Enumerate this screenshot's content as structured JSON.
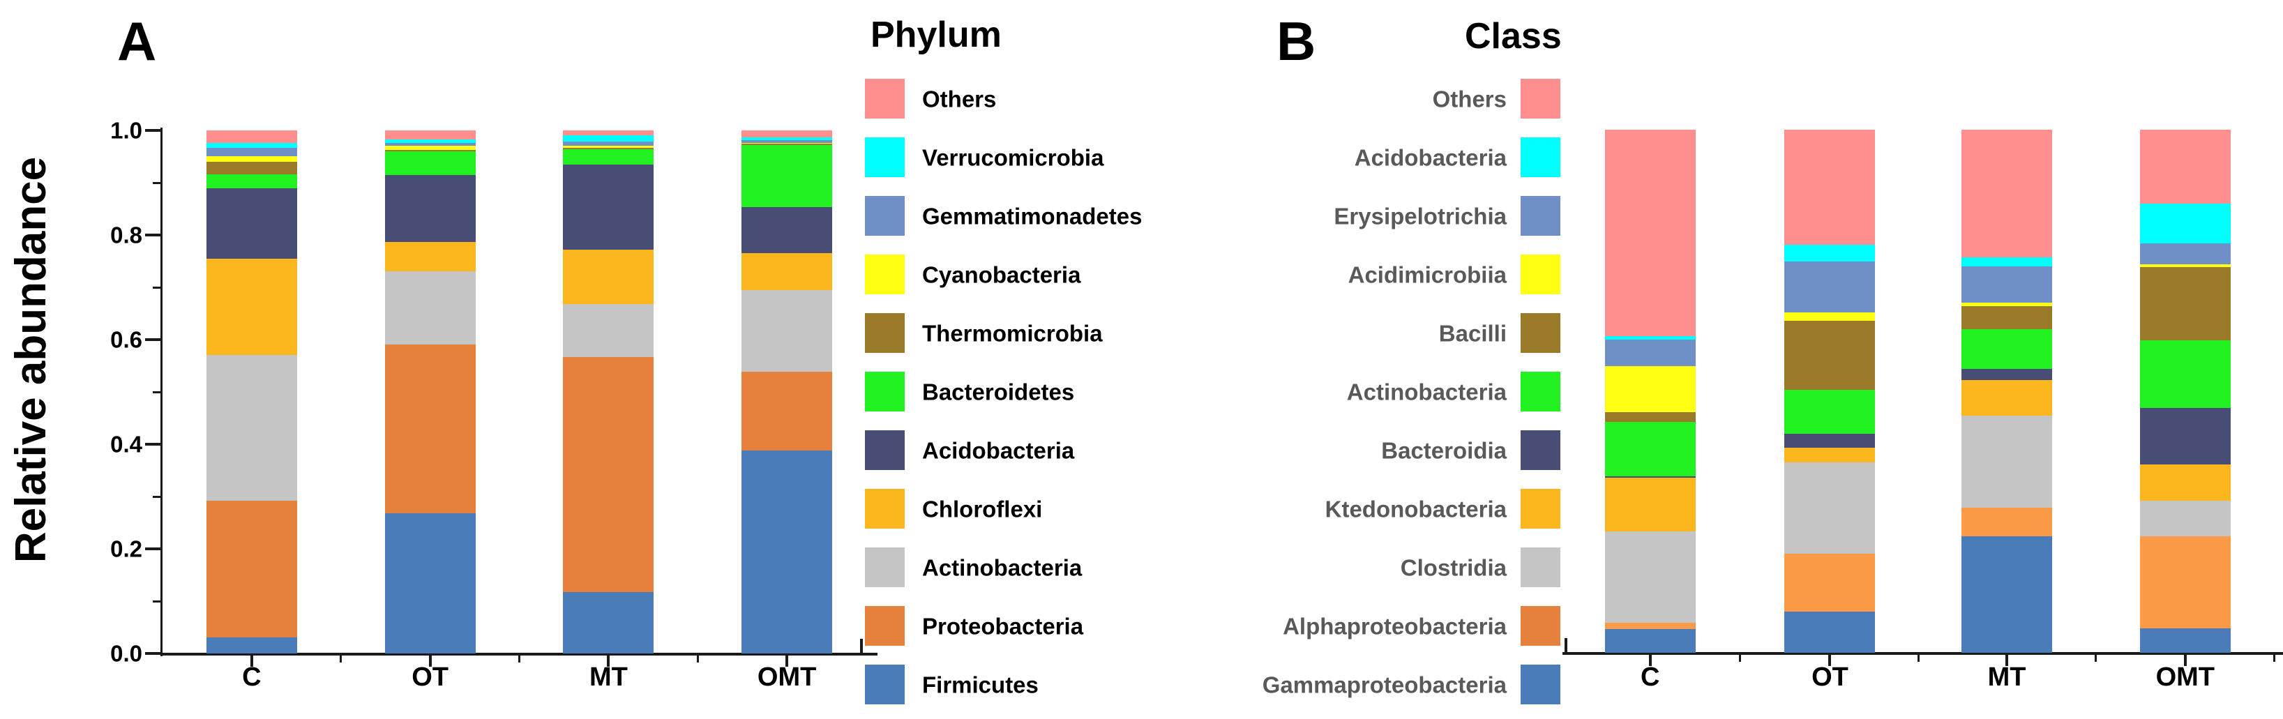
{
  "chart_data": [
    {
      "type": "bar",
      "stacked": true,
      "panel_label": "A",
      "legend_title": "Phylum",
      "ylabel": "Relative abundance",
      "ylim": [
        0.0,
        1.0
      ],
      "yticks": [
        0.0,
        0.2,
        0.4,
        0.6,
        0.8,
        1.0
      ],
      "ytick_labels": [
        "0.0",
        "0.2",
        "0.4",
        "0.6",
        "0.8",
        "1.0"
      ],
      "yticks_minor": [
        0.1,
        0.3,
        0.5,
        0.7,
        0.9
      ],
      "grid": false,
      "legend_position": "right-of-plot",
      "legend_text_color": "#000000",
      "categories": [
        "C",
        "OT",
        "MT",
        "OMT"
      ],
      "series_bottom_to_top": [
        {
          "name": "Firmicutes",
          "color": "#4b7cba",
          "values": [
            0.03,
            0.268,
            0.117,
            0.388
          ]
        },
        {
          "name": "Proteobacteria",
          "color": "#e5813d",
          "values": [
            0.262,
            0.322,
            0.449,
            0.151
          ]
        },
        {
          "name": "Actinobacteria",
          "color": "#c5c5c5",
          "values": [
            0.278,
            0.14,
            0.102,
            0.155
          ]
        },
        {
          "name": "Chloroflexi",
          "color": "#fdb71e",
          "values": [
            0.185,
            0.056,
            0.104,
            0.071
          ]
        },
        {
          "name": "Acidobacteria",
          "color": "#474d74",
          "values": [
            0.134,
            0.129,
            0.162,
            0.088
          ]
        },
        {
          "name": "Bacteroidetes",
          "color": "#21f121",
          "values": [
            0.027,
            0.045,
            0.03,
            0.119
          ]
        },
        {
          "name": "Thermomicrobia",
          "color": "#9a7929",
          "values": [
            0.024,
            0.003,
            0.002,
            0.002
          ]
        },
        {
          "name": "Cyanobacteria",
          "color": "#ffff14",
          "values": [
            0.01,
            0.007,
            0.004,
            0.002
          ]
        },
        {
          "name": "Gemmatimonadetes",
          "color": "#6f90c6",
          "values": [
            0.016,
            0.006,
            0.008,
            0.005
          ]
        },
        {
          "name": "Verrucomicrobia",
          "color": "#00ffff",
          "values": [
            0.01,
            0.007,
            0.013,
            0.006
          ]
        },
        {
          "name": "Others",
          "color": "#ff8f8f",
          "values": [
            0.024,
            0.017,
            0.009,
            0.013
          ]
        }
      ]
    },
    {
      "type": "bar",
      "stacked": true,
      "panel_label": "B",
      "legend_title": "Class",
      "ylabel": "",
      "ylim": [
        0.0,
        1.0
      ],
      "yticks": [],
      "ytick_labels": [],
      "yticks_minor": [],
      "grid": false,
      "legend_position": "left-of-plot",
      "legend_text_color": "#595959",
      "categories": [
        "C",
        "OT",
        "MT",
        "OMT"
      ],
      "series_bottom_to_top": [
        {
          "name": "Gammaproteobacteria",
          "color": "#4b7cba",
          "values": [
            0.045,
            0.078,
            0.223,
            0.046
          ]
        },
        {
          "name": "Alphaproteobacteria",
          "color": "#fb9a47",
          "legend_color": "#e5813d",
          "values": [
            0.012,
            0.111,
            0.054,
            0.177
          ]
        },
        {
          "name": "Clostridia",
          "color": "#c5c5c5",
          "values": [
            0.175,
            0.175,
            0.176,
            0.068
          ]
        },
        {
          "name": "Ktedonobacteria",
          "color": "#fdb71e",
          "values": [
            0.103,
            0.028,
            0.068,
            0.069
          ]
        },
        {
          "name": "Bacteroidia",
          "color": "#474d74",
          "values": [
            0.002,
            0.026,
            0.021,
            0.108
          ]
        },
        {
          "name": "Actinobacteria",
          "color": "#21f121",
          "values": [
            0.105,
            0.085,
            0.077,
            0.129
          ]
        },
        {
          "name": "Bacilli",
          "color": "#9a7929",
          "values": [
            0.018,
            0.132,
            0.044,
            0.14
          ]
        },
        {
          "name": "Acidimicrobiia",
          "color": "#ffff14",
          "values": [
            0.088,
            0.016,
            0.006,
            0.006
          ]
        },
        {
          "name": "Erysipelotrichia",
          "color": "#6f90c6",
          "values": [
            0.051,
            0.097,
            0.069,
            0.04
          ]
        },
        {
          "name": "Acidobacteria",
          "color": "#00ffff",
          "values": [
            0.006,
            0.032,
            0.018,
            0.075
          ]
        },
        {
          "name": "Others",
          "color": "#ff8f8f",
          "values": [
            0.395,
            0.22,
            0.244,
            0.142
          ]
        }
      ]
    }
  ]
}
